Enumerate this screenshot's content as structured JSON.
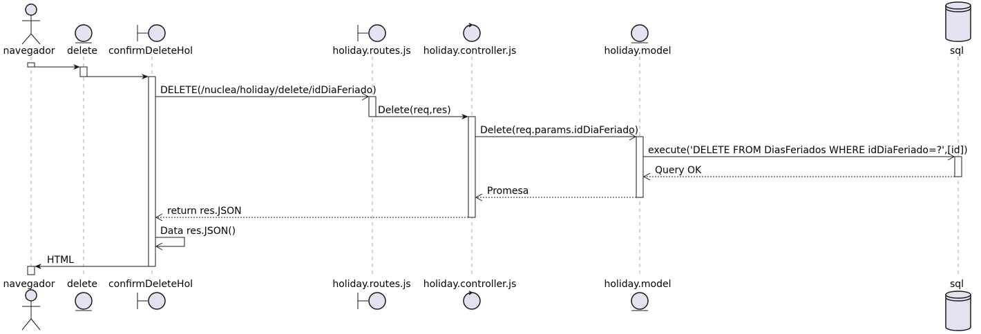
{
  "colors": {
    "participant_fill": "#E2E2F0",
    "stroke": "#181818",
    "lifeline": "#A8A8A8",
    "background": "#FFFFFF"
  },
  "participants": [
    {
      "id": "navegador",
      "label": "navegador",
      "kind": "actor"
    },
    {
      "id": "delete",
      "label": "delete",
      "kind": "entity"
    },
    {
      "id": "confirmDeleteHol",
      "label": "confirmDeleteHol",
      "kind": "boundary"
    },
    {
      "id": "routes",
      "label": "holiday.routes.js",
      "kind": "boundary"
    },
    {
      "id": "controller",
      "label": "holiday.controller.js",
      "kind": "control"
    },
    {
      "id": "model",
      "label": "holiday.model",
      "kind": "entity"
    },
    {
      "id": "sql",
      "label": "sql",
      "kind": "database"
    }
  ],
  "messages": [
    {
      "from": "navegador",
      "to": "delete",
      "label": "",
      "style": "sync"
    },
    {
      "from": "delete",
      "to": "confirmDeleteHol",
      "label": "",
      "style": "sync"
    },
    {
      "from": "confirmDeleteHol",
      "to": "routes",
      "label": "DELETE(/nuclea/holiday/delete/idDiaFeriado)",
      "style": "async"
    },
    {
      "from": "routes",
      "to": "controller",
      "label": "Delete(req,res)",
      "style": "sync"
    },
    {
      "from": "controller",
      "to": "model",
      "label": "Delete(req.params.idDiaFeriado)",
      "style": "async"
    },
    {
      "from": "model",
      "to": "sql",
      "label": "execute('DELETE FROM DiasFeriados WHERE idDiaFeriado=?',[id])",
      "style": "async"
    },
    {
      "from": "sql",
      "to": "model",
      "label": "Query OK",
      "style": "return"
    },
    {
      "from": "model",
      "to": "controller",
      "label": "Promesa",
      "style": "return"
    },
    {
      "from": "controller",
      "to": "confirmDeleteHol",
      "label": "return res.JSON",
      "style": "return"
    },
    {
      "from": "confirmDeleteHol",
      "to": "confirmDeleteHol",
      "label": "Data res.JSON()",
      "style": "self"
    },
    {
      "from": "confirmDeleteHol",
      "to": "navegador",
      "label": "HTML",
      "style": "sync"
    }
  ]
}
